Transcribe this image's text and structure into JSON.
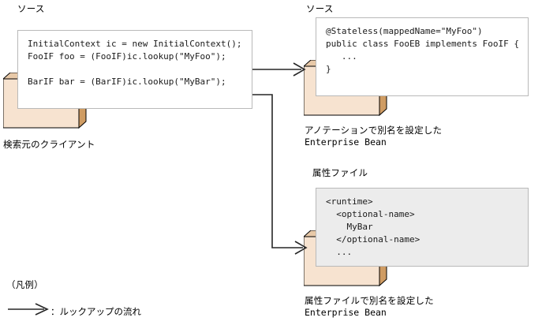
{
  "diagram": {
    "title_hidden": "",
    "colors": {
      "component_fill": "#f7e3d0",
      "component_side": "#cf9c63",
      "component_top": "#e8c9a8",
      "component_stroke": "#000000",
      "code_border": "#b9b9b9",
      "code_bg_white": "#ffffff",
      "code_bg_gray": "#ececec",
      "arrow": "#262626",
      "text": "#000000"
    }
  },
  "client": {
    "source_label": "ソース",
    "code": "InitialContext ic = new InitialContext();\nFooIF foo = (FooIF)ic.lookup(\"MyFoo\");\n\nBarIF bar = (BarIF)ic.lookup(\"MyBar\");",
    "caption": "検索元のクライアント"
  },
  "annotation_bean": {
    "source_label": "ソース",
    "code": "@Stateless(mappedName=\"MyFoo\")\npublic class FooEB implements FooIF {\n   ...\n}",
    "caption_line1": "アノテーションで別名を設定した",
    "caption_line2": "Enterprise Bean"
  },
  "property_bean": {
    "source_label": "属性ファイル",
    "code": "<runtime>\n  <optional-name>\n    MyBar\n  </optional-name>\n  ...",
    "caption_line1": "属性ファイルで別名を設定した",
    "caption_line2": "Enterprise Bean"
  },
  "legend": {
    "heading": "（凡例）",
    "items": [
      {
        "icon": "arrow-right-icon",
        "label": "：ルックアップの流れ"
      }
    ]
  }
}
